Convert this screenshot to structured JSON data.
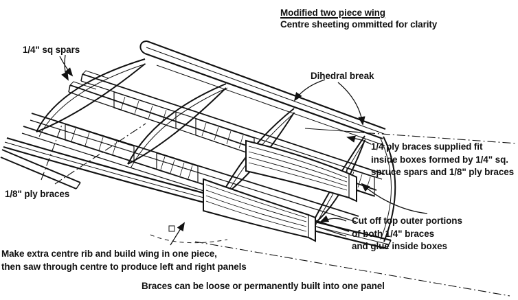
{
  "colors": {
    "ink": "#111111",
    "paper": "#ffffff"
  },
  "header": {
    "title": "Modified two piece wing",
    "subtitle": "Centre sheeting ommitted for clarity"
  },
  "annotations": {
    "spars_label": "1/4\" sq spars",
    "dihedral_label": "Dihedral break",
    "supplied_note": "1/4 ply braces supplied fit\ninside boxes formed by 1/4\" sq.\nspruce spars and 1/8\" ply braces",
    "ply_label": "1/8\" ply braces",
    "cutoff_note": "Cut off top outer portions\nof both 1/4\" braces\nand glue inside boxes",
    "make_note": "Make extra centre rib and build wing in one piece,\nthen saw through centre to produce left and right panels",
    "footer_note": "Braces can be loose or permanently built into one panel"
  },
  "drawing": {
    "description": "Perspective pen sketch of a two piece wing panel: trailing edge strip, curved leading edge, airfoil ribs, twin 1/4 in square spar boxes with hatched 1/8 in ply brace webs, and two tapered 1/4 in ply dihedral braces protruding at the dihedral break with dash-dot centrelines"
  }
}
